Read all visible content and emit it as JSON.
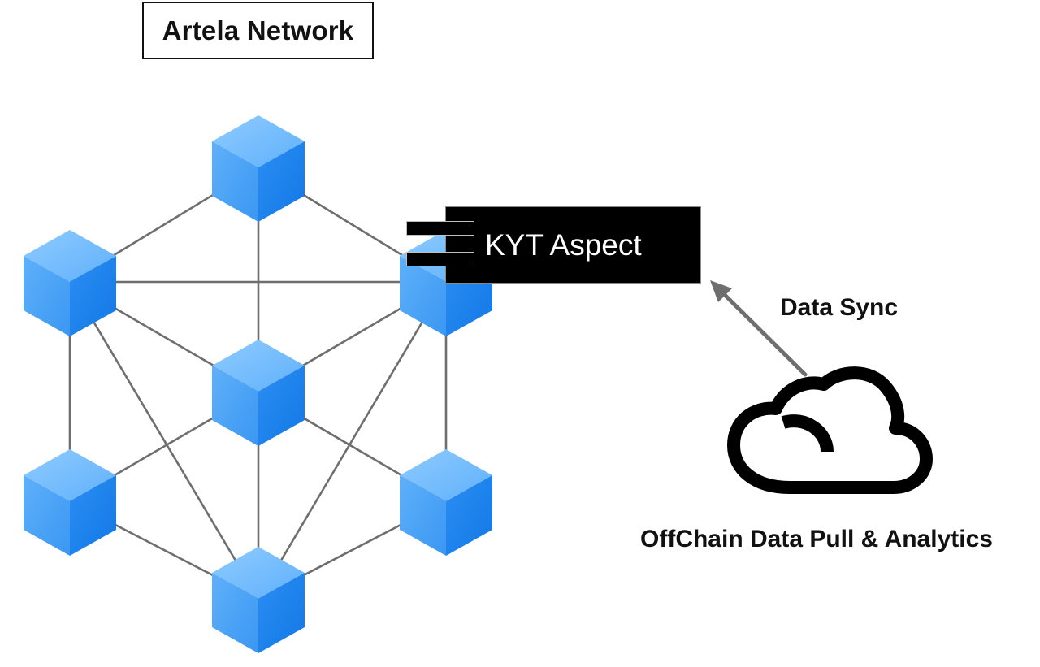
{
  "diagram": {
    "title": "Artela Network",
    "aspect": {
      "label": "KYT Aspect"
    },
    "sync": {
      "label": "Data Sync"
    },
    "offchain": {
      "label": "OffChain Data Pull & Analytics",
      "icon": "cloud-icon"
    },
    "network": {
      "nodes": [
        "top",
        "upper-left",
        "upper-right",
        "center",
        "lower-left",
        "lower-right",
        "bottom"
      ],
      "edges": [
        [
          "top",
          "upper-left"
        ],
        [
          "top",
          "upper-right"
        ],
        [
          "top",
          "center"
        ],
        [
          "upper-left",
          "upper-right"
        ],
        [
          "upper-left",
          "center"
        ],
        [
          "upper-right",
          "center"
        ],
        [
          "upper-left",
          "lower-left"
        ],
        [
          "upper-right",
          "lower-right"
        ],
        [
          "upper-left",
          "bottom"
        ],
        [
          "upper-right",
          "bottom"
        ],
        [
          "center",
          "lower-left"
        ],
        [
          "center",
          "lower-right"
        ],
        [
          "center",
          "bottom"
        ],
        [
          "lower-left",
          "bottom"
        ],
        [
          "lower-right",
          "bottom"
        ]
      ]
    },
    "colors": {
      "cube_light": "#7ec3ff",
      "cube_mid": "#3d9cf5",
      "cube_dark": "#1e82ef",
      "edge": "#6e6e6e",
      "arrow": "#6e6e6e",
      "aspect_bg": "#000000",
      "aspect_text": "#ffffff"
    }
  }
}
